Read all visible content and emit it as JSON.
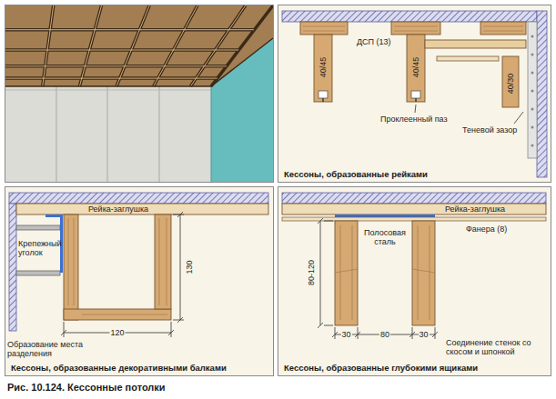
{
  "diagram": {
    "caption": "Рис. 10.124. Кессонные потолки",
    "nodes": [
      {
        "text": [
          "Кессоны, образованные рейками"
        ]
      },
      {
        "text": [
          "Кессоны, образованные декоративными балками"
        ]
      },
      {
        "text": [
          "Кессоны, образованные глубокими ящиками"
        ]
      }
    ],
    "labels": [
      "40/45",
      "40/45",
      "ДСП (13)",
      "40/30",
      "Проклеенный паз",
      "Теневой зазор",
      "Рейка-заглушка",
      "Крепежный уголок",
      "130",
      "120",
      "Образование места разделения",
      "Рейка-заглушка",
      "Полосовая сталь",
      "Фанера (8)",
      "80-120",
      "30",
      "80",
      "30",
      "Соединение стенок со скосом и шпонкой"
    ]
  }
}
